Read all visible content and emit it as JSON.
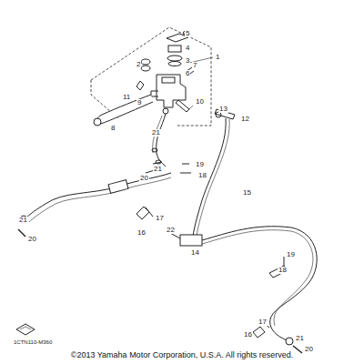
{
  "diagram": {
    "caption": "©2013 Yamaha Motor Corporation, U.S.A. All rights reserved.",
    "labels": [
      "5",
      "4",
      "3",
      "2",
      "7",
      "6",
      "1",
      "11",
      "9",
      "8",
      "10",
      "13",
      "12",
      "21",
      "21",
      "20",
      "19",
      "18",
      "15",
      "17",
      "16",
      "22",
      "14",
      "19",
      "18",
      "17",
      "16",
      "21",
      "20",
      "21",
      "20",
      "1CTN110-M360"
    ]
  }
}
